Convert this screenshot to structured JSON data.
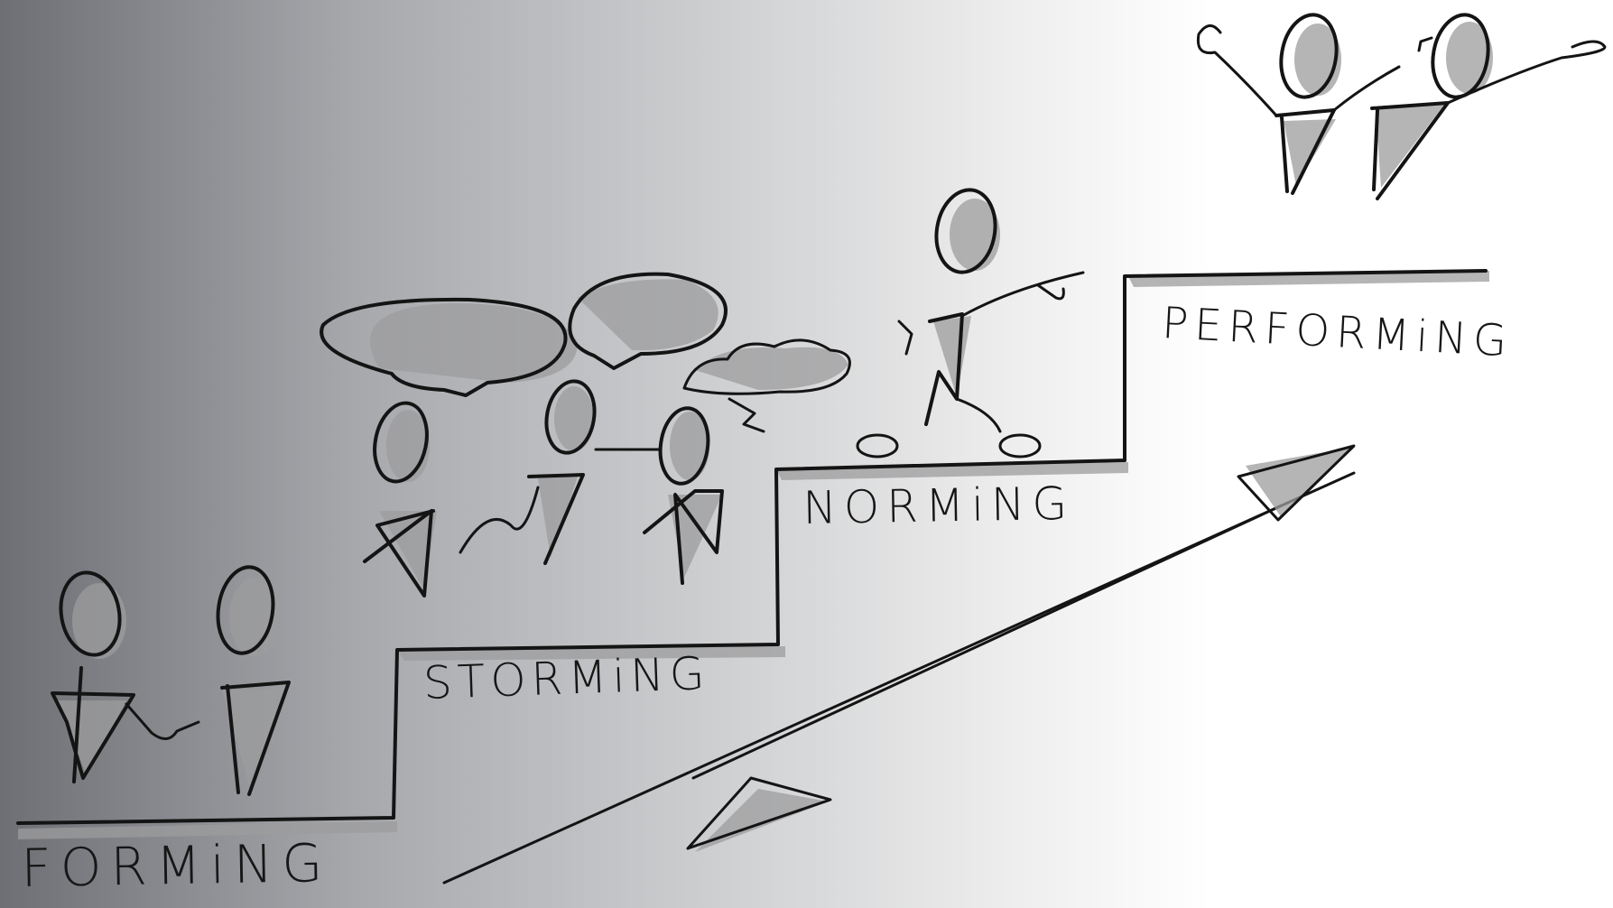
{
  "stages": [
    {
      "id": "forming",
      "label": "FORMiNG"
    },
    {
      "id": "storming",
      "label": "STORMiNG"
    },
    {
      "id": "norming",
      "label": "NORMiNG"
    },
    {
      "id": "performing",
      "label": "PERFORMiNG"
    }
  ],
  "colors": {
    "ink": "#141414",
    "shadow": "#9c9c9e",
    "gradient_dark": "#6d6f74",
    "gradient_light": "#ffffff"
  }
}
